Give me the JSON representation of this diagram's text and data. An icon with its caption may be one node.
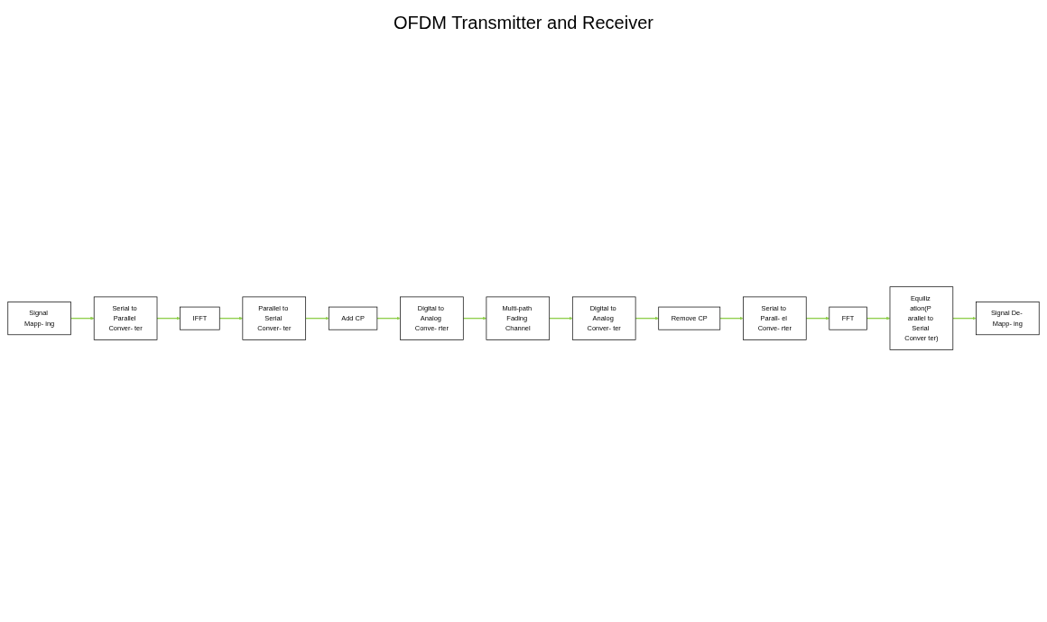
{
  "diagram": {
    "title": "OFDM Transmitter and Receiver",
    "nodes": [
      {
        "text": [
          "Signal Mapp- ing"
        ]
      },
      {
        "text": [
          "Serial to Parallel Conver- ter"
        ]
      },
      {
        "text": [
          "IFFT"
        ]
      },
      {
        "text": [
          "Parallel to Serial Conver- ter"
        ]
      },
      {
        "text": [
          "Add CP"
        ]
      },
      {
        "text": [
          "Digital to Analog Conve- rter"
        ]
      },
      {
        "text": [
          "Multi-path Fading Channel"
        ]
      },
      {
        "text": [
          "Digital to Analog Conver- ter"
        ]
      },
      {
        "text": [
          "Remove CP"
        ]
      },
      {
        "text": [
          "Serial to Parall- el Conve- rter"
        ]
      },
      {
        "text": [
          "FFT"
        ]
      },
      {
        "text": [
          "Equiliz ation(P arallel to Serial Conver ter)"
        ]
      },
      {
        "text": [
          "Signal De- Mapp- ing"
        ]
      }
    ],
    "edges": [
      {
        "from": 0,
        "to": 1,
        "arrow": "to"
      },
      {
        "from": 1,
        "to": 2,
        "arrow": "to"
      },
      {
        "from": 2,
        "to": 3,
        "arrow": "to"
      },
      {
        "from": 3,
        "to": 4,
        "arrow": "to"
      },
      {
        "from": 4,
        "to": 5,
        "arrow": "to"
      },
      {
        "from": 5,
        "to": 6,
        "arrow": "to"
      },
      {
        "from": 6,
        "to": 7,
        "arrow": "to"
      },
      {
        "from": 7,
        "to": 8,
        "arrow": "to"
      },
      {
        "from": 8,
        "to": 9,
        "arrow": "to"
      },
      {
        "from": 9,
        "to": 10,
        "arrow": "to"
      },
      {
        "from": 10,
        "to": 11,
        "arrow": "to"
      },
      {
        "from": 11,
        "to": 12,
        "arrow": "to"
      }
    ]
  }
}
